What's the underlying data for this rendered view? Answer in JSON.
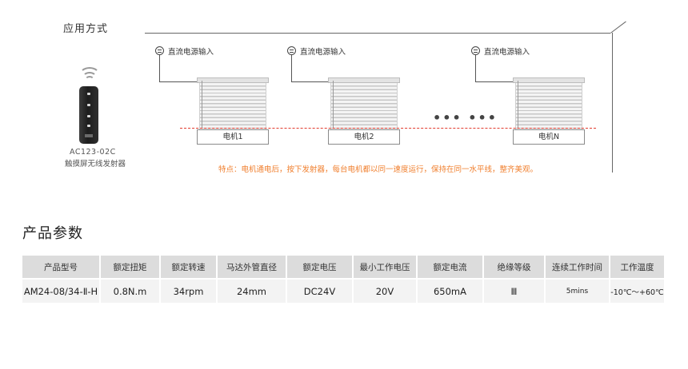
{
  "application": {
    "title": "应用方式",
    "dc_input_label": "直流电源输入",
    "motors": [
      "电机1",
      "电机2",
      "电机N"
    ],
    "ellipsis": "••• •••",
    "feature_text": "特点：电机通电后，按下发射器，每台电机都以同一速度运行，保持在同一水平线，整齐美观。",
    "remote": {
      "model": "AC123-02C",
      "name": "触摸屏无线发射器"
    }
  },
  "params": {
    "title": "产品参数",
    "headers": [
      "产品型号",
      "额定扭矩",
      "额定转速",
      "马达外管直径",
      "额定电压",
      "最小工作电压",
      "额定电流",
      "绝缘等级",
      "连续工作时间",
      "工作温度"
    ],
    "values": [
      "AM24-08/34-Ⅱ-H",
      "0.8N.m",
      "34rpm",
      "24mm",
      "DC24V",
      "20V",
      "650mA",
      "Ⅲ",
      "5mins",
      "-10℃～+60℃"
    ]
  },
  "colors": {
    "accent_orange": "#f08030",
    "red_dashed_line": "#e23b2e",
    "table_header_bg": "#dcdcdc",
    "table_row_bg": "#f3f3f3"
  }
}
